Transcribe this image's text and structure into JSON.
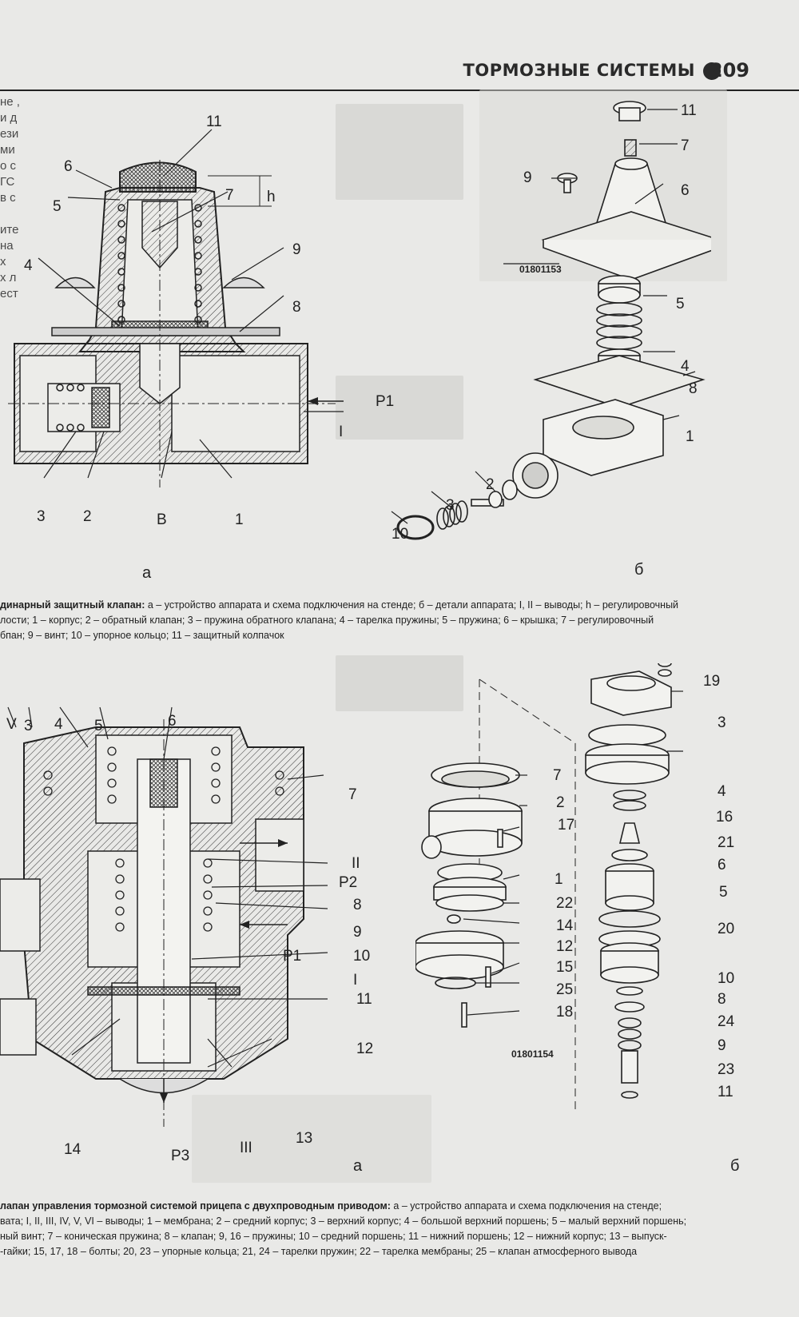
{
  "header": {
    "section_title": "ТОРМОЗНЫЕ СИСТЕМЫ",
    "page_number": "209"
  },
  "figure1": {
    "drawing_a_labels": [
      "11",
      "6",
      "5",
      "7",
      "h",
      "9",
      "4",
      "8",
      "P1",
      "I",
      "3",
      "2",
      "B",
      "1"
    ],
    "drawing_b_labels": [
      "11",
      "7",
      "9",
      "6",
      "5",
      "4",
      "8",
      "1",
      "2",
      "3",
      "10"
    ],
    "code": "01801153",
    "sub_a": "а",
    "sub_b": "б",
    "caption_lines": [
      {
        "bold": "динарный защитный клапан:",
        "text": " а – устройство аппарата и схема подключения на стенде; б – детали аппарата; I, II – выводы; h – регулировочный"
      },
      {
        "bold": "",
        "text": "лости; 1 – корпус; 2 – обратный клапан; 3 – пружина обратного клапана; 4 – тарелка пружины; 5 – пружина; 6 – крышка; 7 – регулировочный"
      },
      {
        "bold": "",
        "text": "бпан; 9 – винт; 10 – упорное кольцо; 11 – защитный колпачок"
      }
    ]
  },
  "figure2": {
    "drawing_a_labels": [
      "V",
      "3",
      "4",
      "5",
      "6",
      "7",
      "II",
      "P2",
      "8",
      "9",
      "10",
      "P1",
      "I",
      "11",
      "12",
      "13",
      "14",
      "P3",
      "III"
    ],
    "drawing_b_labels": [
      "7",
      "2",
      "17",
      "1",
      "22",
      "14",
      "12",
      "15",
      "25",
      "18",
      "19",
      "3",
      "4",
      "16",
      "21",
      "6",
      "5",
      "20",
      "10",
      "8",
      "24",
      "9",
      "23",
      "11"
    ],
    "code": "01801154",
    "sub_a": "а",
    "sub_b": "б",
    "caption_lines": [
      {
        "bold": "лапан управления тормозной системой прицепа с двухпроводным приводом:",
        "text": " а – устройство аппарата и схема подключения на стенде;"
      },
      {
        "bold": "",
        "text": "вата; I, II, III, IV, V, VI – выводы; 1 – мембрана; 2 – средний корпус; 3 – верхний корпус; 4 – большой верхний поршень; 5 – малый верхний поршень;"
      },
      {
        "bold": "",
        "text": "ный винт; 7 – коническая пружина; 8 – клапан; 9, 16 – пружины; 10 – средний поршень; 11 – нижний поршень; 12 – нижний корпус; 13 – выпуск-"
      },
      {
        "bold": "",
        "text": "-гайки; 15, 17, 18 – болты; 20, 23 – упорные кольца; 21, 24 – тарелки пружин; 22 – тарелка мембраны; 25 – клапан атмосферного вывода"
      }
    ]
  },
  "left_margin_fragments": [
    "не ,",
    "и д",
    "ези",
    "ми",
    "о с",
    "ГС",
    "в с",
    "ите",
    "на",
    "х",
    "х л",
    "ест"
  ]
}
